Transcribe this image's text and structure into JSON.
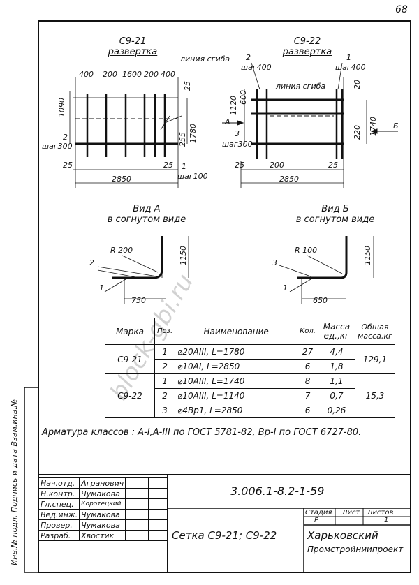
{
  "page_number": "68",
  "left": {
    "title": "С9-21",
    "subtitle": "развертка",
    "bend_line": "линия сгиба",
    "dims_top": [
      "400",
      "200",
      "1600",
      "200",
      "400"
    ],
    "dim_25_right": "25",
    "dim_1090": "1090",
    "dim_1780": "1780",
    "dim_255": "255",
    "pos2": "2",
    "step300": "шаг300",
    "dim_25_bl": "25",
    "dim_25_br": "25",
    "pos1": "1",
    "step100": "шаг100",
    "dim_2850": "2850",
    "arrow_a": "А"
  },
  "right": {
    "title": "С9-22",
    "subtitle": "развертка",
    "pos2": "2",
    "step400a": "шаг400",
    "pos1": "1",
    "step400b": "шаг400",
    "dim_20": "20",
    "bend_line": "линия сгиба",
    "dim_600": "600",
    "dim_1120": "1120",
    "dim_220": "220",
    "dim_1740": "1740",
    "pos3": "3",
    "step300": "шаг300",
    "dim_25": "25",
    "dim_200": "200",
    "dim_25_r": "25",
    "dim_2850": "2850",
    "arrow_b": "Б"
  },
  "view_a": {
    "title1": "Вид А",
    "title2": "в согнутом виде",
    "r": "R 200",
    "pos2": "2",
    "pos1": "1",
    "dim_1150": "1150",
    "dim_750": "750"
  },
  "view_b": {
    "title1": "Вид Б",
    "title2": "в согнутом виде",
    "r": "R 100",
    "pos3": "3",
    "pos1": "1",
    "dim_1150": "1150",
    "dim_650": "650"
  },
  "spec": {
    "headers": [
      "Марка",
      "Поз.",
      "Наименование",
      "Кол.",
      "Масса ед.,кг",
      "Общая масса,кг"
    ],
    "rows": [
      {
        "mark": "С9-21",
        "pos": "1",
        "name": "⌀20АIII, L=1780",
        "qty": "27",
        "mass": "4,4",
        "total": "129,1"
      },
      {
        "mark": "",
        "pos": "2",
        "name": "⌀10АI, L=2850",
        "qty": "6",
        "mass": "1,8",
        "total": ""
      },
      {
        "mark": "С9-22",
        "pos": "1",
        "name": "⌀10АIII, L=1740",
        "qty": "8",
        "mass": "1,1",
        "total": "15,3"
      },
      {
        "mark": "",
        "pos": "2",
        "name": "⌀10АIII, L=1140",
        "qty": "7",
        "mass": "0,7",
        "total": ""
      },
      {
        "mark": "",
        "pos": "3",
        "name": "⌀4Вр1, L=2850",
        "qty": "6",
        "mass": "0,26",
        "total": ""
      }
    ]
  },
  "note": "Арматура классов : А-I,А-III по ГОСТ 5781-82, Вр-I по ГОСТ 6727-80.",
  "stamp": {
    "roles": [
      "Нач.отд.",
      "Н.контр.",
      "Гл.спец.",
      "Вед.инж.",
      "Провер.",
      "Разраб."
    ],
    "names": [
      "Агранович",
      "Чумакова",
      "Коротецкий",
      "Чумакова",
      "Чумакова",
      "Хвостик"
    ],
    "code": "3.006.1-8.2-1-59",
    "stage_h": "Стадия",
    "sheet_h": "Лист",
    "sheets_h": "Листов",
    "stage": "Р",
    "sheets": "1",
    "title": "Сетка С9-21; С9-22",
    "org1": "Харьковский",
    "org2": "Промстройниипроект"
  },
  "side_text": "Инв.№ подл. Подпись и дата Взам.инв.№",
  "watermark": "block-gbi.ru"
}
